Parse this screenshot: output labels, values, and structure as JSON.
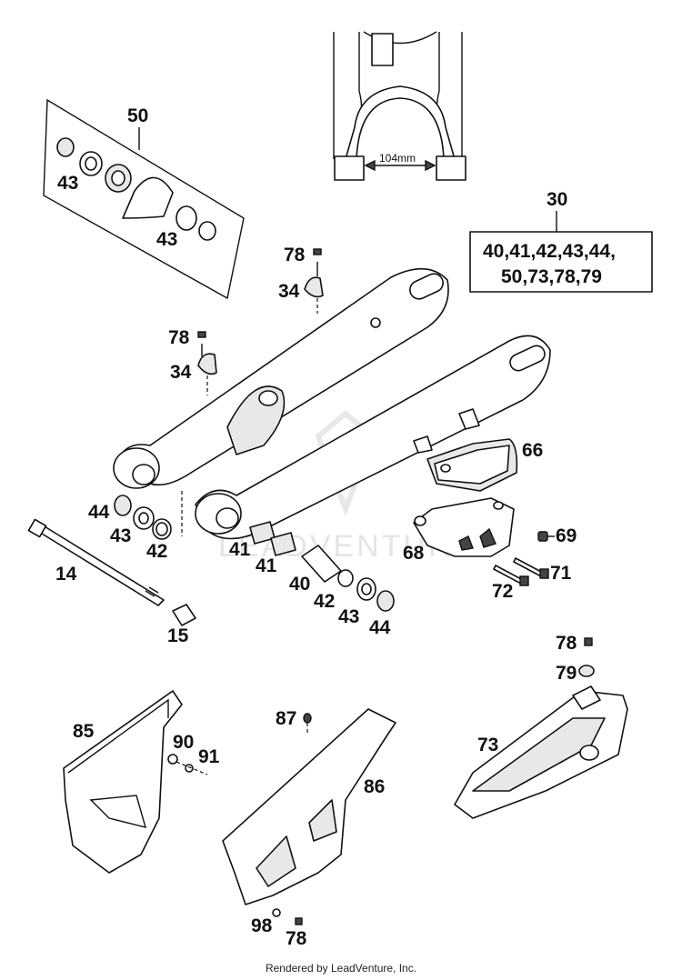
{
  "frame_diagram": {
    "dimension_label": "104mm"
  },
  "kit_50": {
    "callout": "50",
    "parts": [
      "43",
      "43"
    ]
  },
  "kit_30": {
    "callout": "30",
    "contents_line1": "40,41,42,43,44,",
    "contents_line2": "50,73,78,79"
  },
  "callouts": {
    "c78a": "78",
    "c34a": "34",
    "c78b": "78",
    "c34b": "34",
    "c66": "66",
    "c69": "69",
    "c68": "68",
    "c71": "71",
    "c72": "72",
    "c44a": "44",
    "c43a": "43",
    "c42a": "42",
    "c14": "14",
    "c15": "15",
    "c41a": "41",
    "c41b": "41",
    "c40": "40",
    "c42b": "42",
    "c43b": "43",
    "c44b": "44",
    "c78c": "78",
    "c79": "79",
    "c73": "73",
    "c85": "85",
    "c90": "90",
    "c91": "91",
    "c87": "87",
    "c86": "86",
    "c98": "98",
    "c78d": "78"
  },
  "watermark": {
    "name": "LEADVENTURE"
  },
  "footer": {
    "credit": "Rendered by LeadVenture, Inc."
  }
}
